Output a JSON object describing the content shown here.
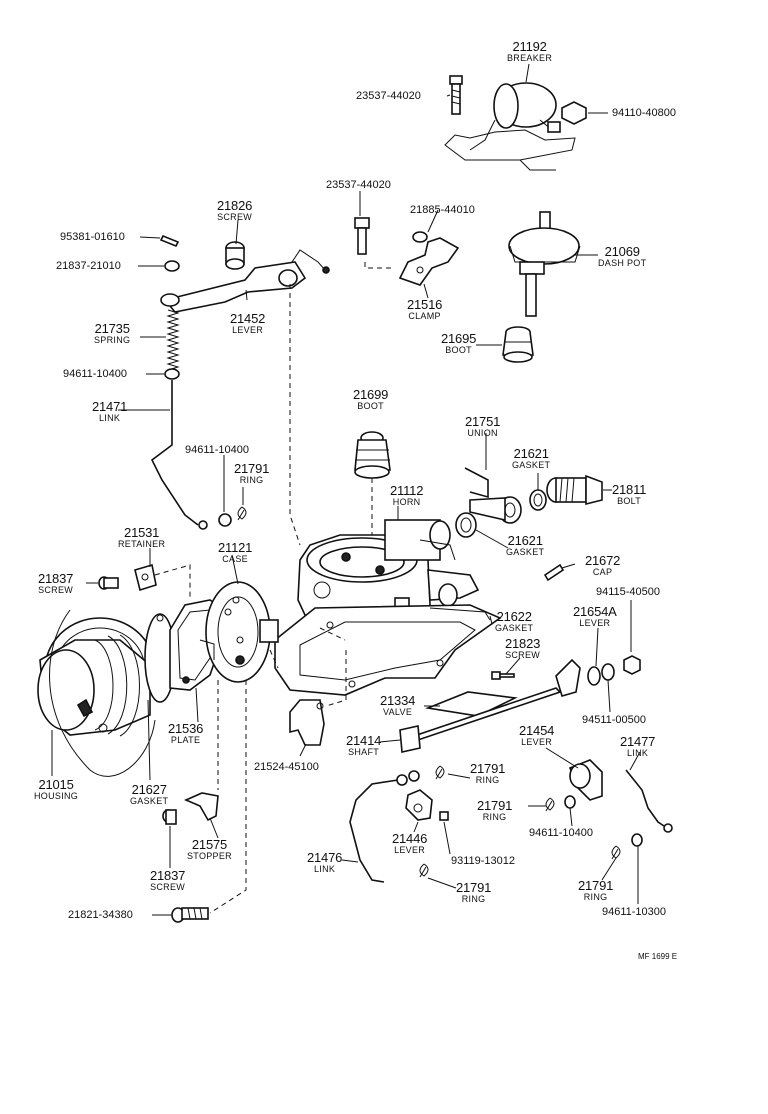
{
  "labels": [
    {
      "id": "21192",
      "number": "21192",
      "name": "BREAKER"
    },
    {
      "id": "23537-44020-a",
      "number": "23537-44020",
      "name": ""
    },
    {
      "id": "94110-40800",
      "number": "94110-40800",
      "name": ""
    },
    {
      "id": "21826",
      "number": "21826",
      "name": "SCREW"
    },
    {
      "id": "95381-01610",
      "number": "95381-01610",
      "name": ""
    },
    {
      "id": "21837-21010",
      "number": "21837-21010",
      "name": ""
    },
    {
      "id": "21452",
      "number": "21452",
      "name": "LEVER"
    },
    {
      "id": "23537-44020-b",
      "number": "23537-44020",
      "name": ""
    },
    {
      "id": "21885-44010",
      "number": "21885-44010",
      "name": ""
    },
    {
      "id": "21516",
      "number": "21516",
      "name": "CLAMP"
    },
    {
      "id": "21069",
      "number": "21069",
      "name": "DASH POT"
    },
    {
      "id": "21735",
      "number": "21735",
      "name": "SPRING"
    },
    {
      "id": "21695",
      "number": "21695",
      "name": "BOOT"
    },
    {
      "id": "94611-10400-a",
      "number": "94611-10400",
      "name": ""
    },
    {
      "id": "21471",
      "number": "21471",
      "name": "LINK"
    },
    {
      "id": "21699",
      "number": "21699",
      "name": "BOOT"
    },
    {
      "id": "21751",
      "number": "21751",
      "name": "UNION"
    },
    {
      "id": "94611-10400-b",
      "number": "94611-10400",
      "name": ""
    },
    {
      "id": "21791-a",
      "number": "21791",
      "name": "RING"
    },
    {
      "id": "21621-a",
      "number": "21621",
      "name": "GASKET"
    },
    {
      "id": "21112",
      "number": "21112",
      "name": "HORN"
    },
    {
      "id": "21811",
      "number": "21811",
      "name": "BOLT"
    },
    {
      "id": "21531",
      "number": "21531",
      "name": "RETAINER"
    },
    {
      "id": "21121",
      "number": "21121",
      "name": "CASE"
    },
    {
      "id": "21621-b",
      "number": "21621",
      "name": "GASKET"
    },
    {
      "id": "21672",
      "number": "21672",
      "name": "CAP"
    },
    {
      "id": "21837-a",
      "number": "21837",
      "name": "SCREW"
    },
    {
      "id": "94115-40500",
      "number": "94115-40500",
      "name": ""
    },
    {
      "id": "21654A",
      "number": "21654A",
      "name": "LEVER"
    },
    {
      "id": "21622",
      "number": "21622",
      "name": "GASKET"
    },
    {
      "id": "21823",
      "number": "21823",
      "name": "SCREW"
    },
    {
      "id": "94511-00500",
      "number": "94511-00500",
      "name": ""
    },
    {
      "id": "21536",
      "number": "21536",
      "name": "PLATE"
    },
    {
      "id": "21334",
      "number": "21334",
      "name": "VALVE"
    },
    {
      "id": "21414",
      "number": "21414",
      "name": "SHAFT"
    },
    {
      "id": "21454",
      "number": "21454",
      "name": "LEVER"
    },
    {
      "id": "21477",
      "number": "21477",
      "name": "LINK"
    },
    {
      "id": "21524-45100",
      "number": "21524-45100",
      "name": ""
    },
    {
      "id": "21015",
      "number": "21015",
      "name": "HOUSING"
    },
    {
      "id": "21627",
      "number": "21627",
      "name": "GASKET"
    },
    {
      "id": "21791-b",
      "number": "21791",
      "name": "RING"
    },
    {
      "id": "21791-c",
      "number": "21791",
      "name": "RING"
    },
    {
      "id": "94611-10400-c",
      "number": "94611-10400",
      "name": ""
    },
    {
      "id": "21446",
      "number": "21446",
      "name": "LEVER"
    },
    {
      "id": "21575",
      "number": "21575",
      "name": "STOPPER"
    },
    {
      "id": "93119-13012",
      "number": "93119-13012",
      "name": ""
    },
    {
      "id": "21476",
      "number": "21476",
      "name": "LINK"
    },
    {
      "id": "21837-b",
      "number": "21837",
      "name": "SCREW"
    },
    {
      "id": "21791-d",
      "number": "21791",
      "name": "RING"
    },
    {
      "id": "21791-e",
      "number": "21791",
      "name": "RING"
    },
    {
      "id": "94611-10300",
      "number": "94611-10300",
      "name": ""
    },
    {
      "id": "21821-34380",
      "number": "21821-34380",
      "name": ""
    }
  ],
  "figure_code": "MF 1699 E"
}
